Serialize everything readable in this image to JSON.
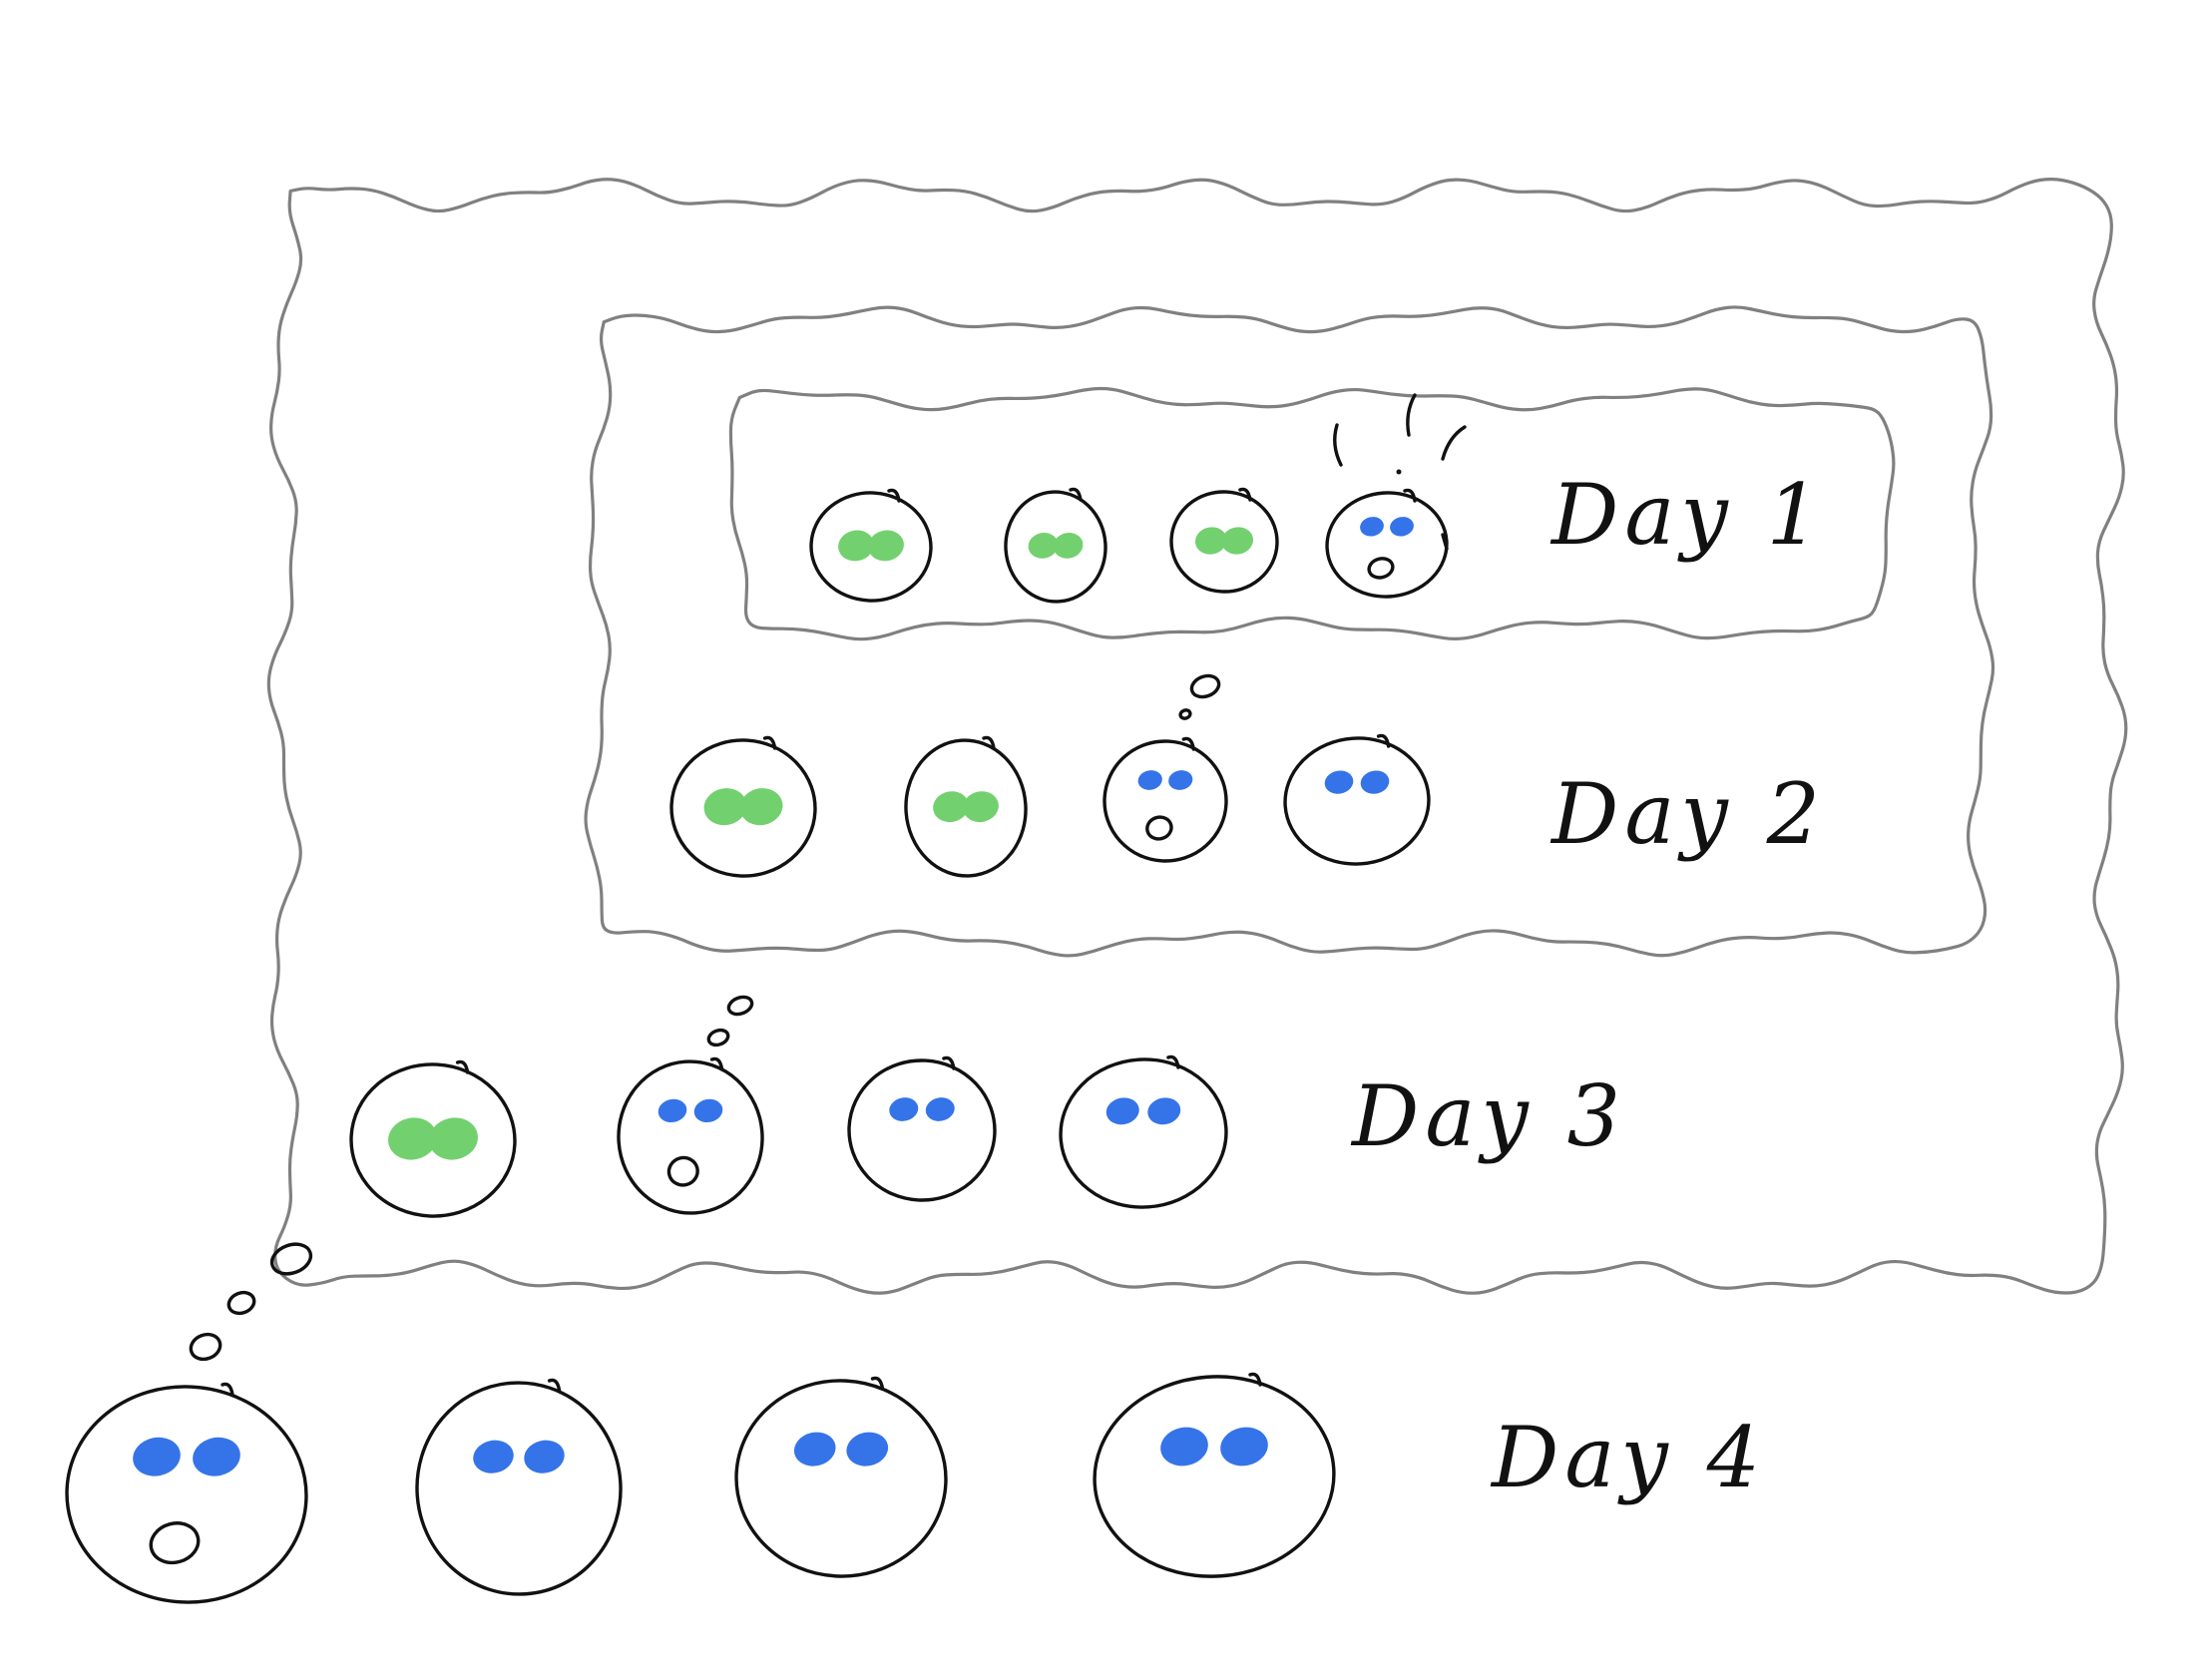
{
  "colors": {
    "ink": "#111111",
    "cloud": "#808080",
    "eye_green": "#73d06f",
    "eye_blue": "#3574e8",
    "background": "#ffffff"
  },
  "rows": [
    {
      "label": "Day 1",
      "faces": [
        {
          "eyes": "green",
          "surprised": false
        },
        {
          "eyes": "green",
          "surprised": false
        },
        {
          "eyes": "green",
          "surprised": false
        },
        {
          "eyes": "blue",
          "surprised": true,
          "exclaim": true
        }
      ]
    },
    {
      "label": "Day 2",
      "faces": [
        {
          "eyes": "green",
          "surprised": false
        },
        {
          "eyes": "green",
          "surprised": false
        },
        {
          "eyes": "blue",
          "surprised": true
        },
        {
          "eyes": "blue",
          "surprised": false
        }
      ]
    },
    {
      "label": "Day 3",
      "faces": [
        {
          "eyes": "green",
          "surprised": false
        },
        {
          "eyes": "blue",
          "surprised": true
        },
        {
          "eyes": "blue",
          "surprised": false
        },
        {
          "eyes": "blue",
          "surprised": false
        }
      ]
    },
    {
      "label": "Day 4",
      "faces": [
        {
          "eyes": "blue",
          "surprised": true
        },
        {
          "eyes": "blue",
          "surprised": false
        },
        {
          "eyes": "blue",
          "surprised": false
        },
        {
          "eyes": "blue",
          "surprised": false
        }
      ]
    }
  ]
}
